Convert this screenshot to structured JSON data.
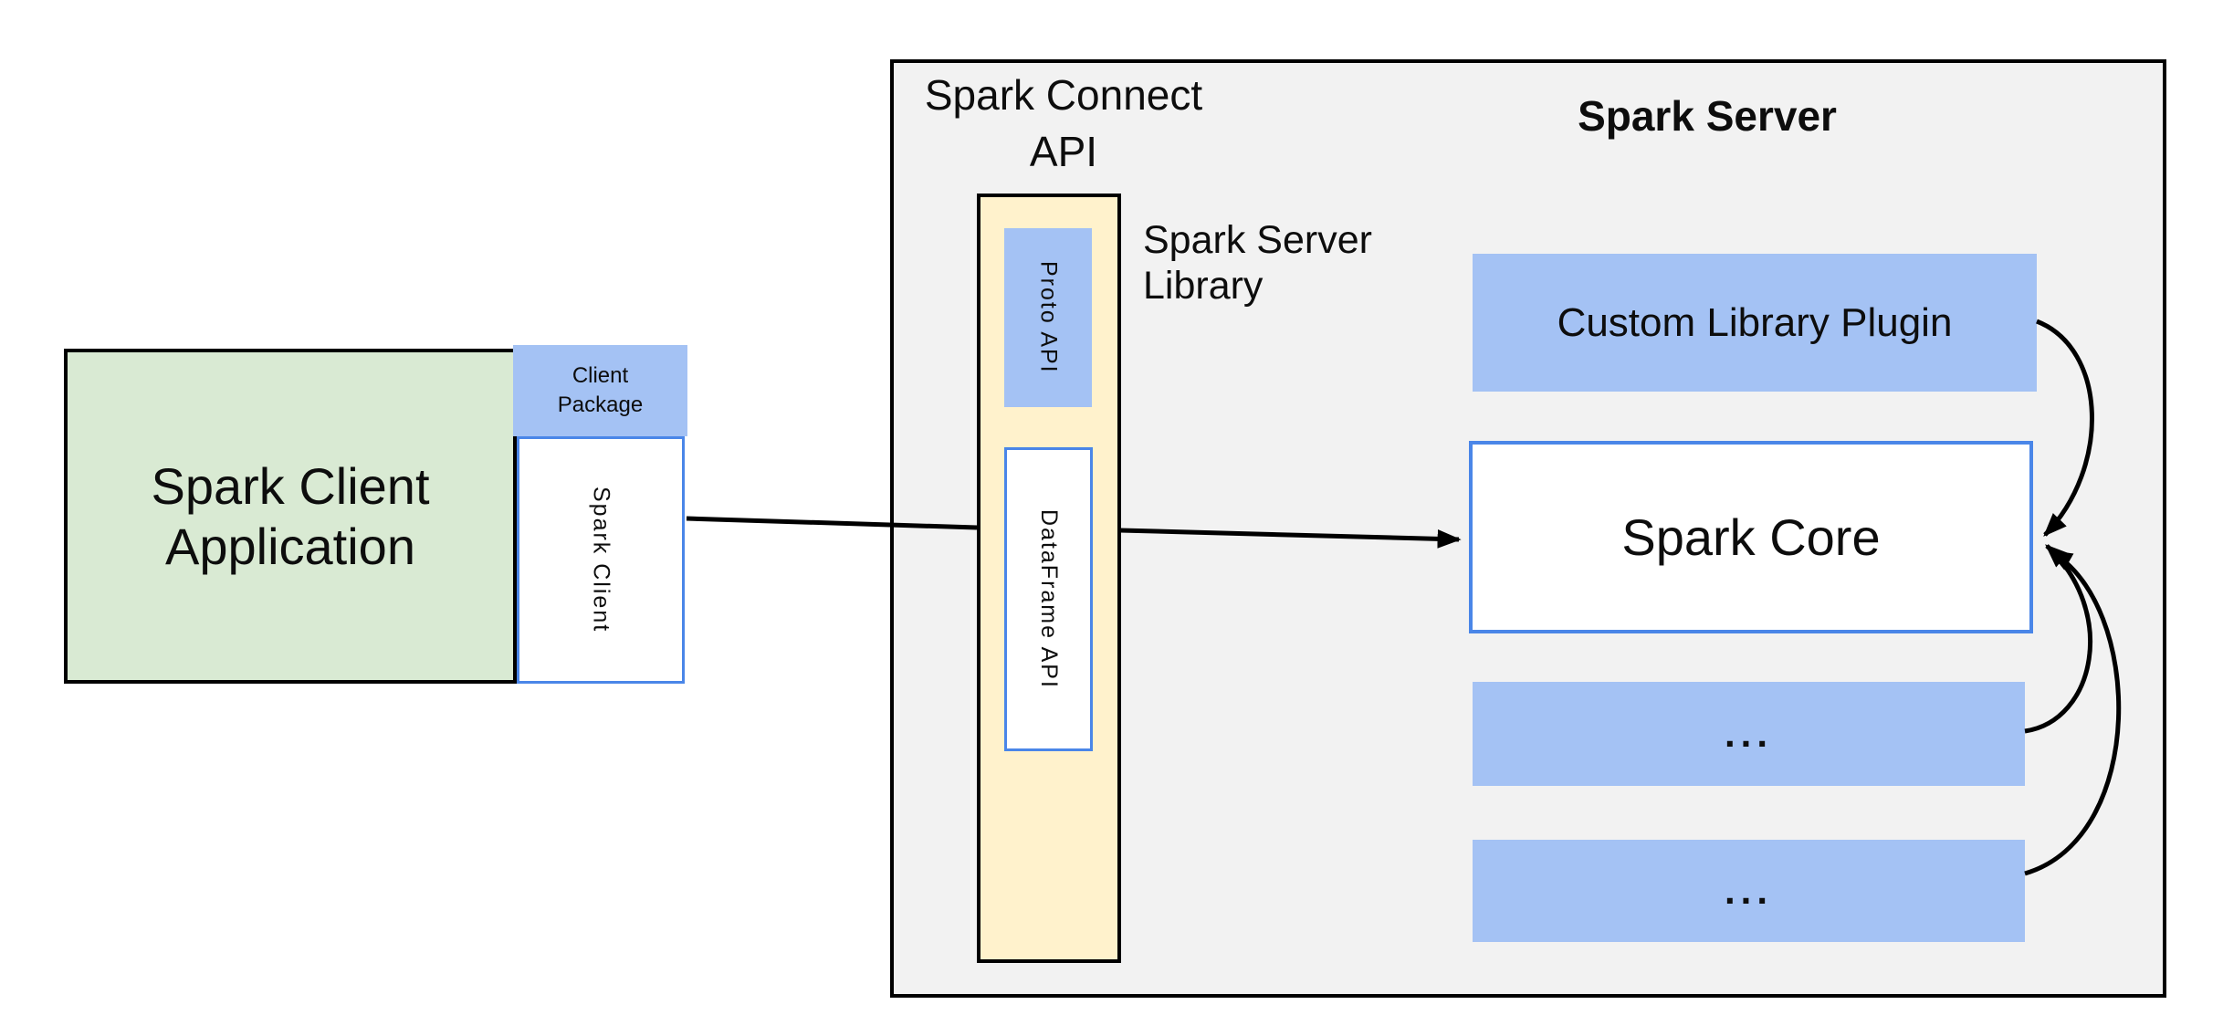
{
  "diagram": {
    "client": {
      "app_label": "Spark Client\nApplication",
      "package_label": "Client\nPackage",
      "spark_client_label": "Spark Client"
    },
    "connect_api": {
      "title": "Spark Connect\nAPI",
      "proto_api_label": "Proto API",
      "dataframe_api_label": "DataFrame API",
      "library_label": "Spark Server\nLibrary"
    },
    "server": {
      "title": "Spark Server",
      "plugin_label": "Custom Library Plugin",
      "core_label": "Spark Core",
      "module_top_label": "...",
      "module_bottom_label": "..."
    },
    "colors": {
      "background": "#ffffff",
      "server_container_fill": "#f2f2f2",
      "library_column_fill": "#fff2cc",
      "blue_block_fill": "#a4c2f4",
      "client_app_fill": "#d9ead3",
      "blue_border": "#4a86e8",
      "black_border": "#000000",
      "connector": "#000000"
    }
  }
}
